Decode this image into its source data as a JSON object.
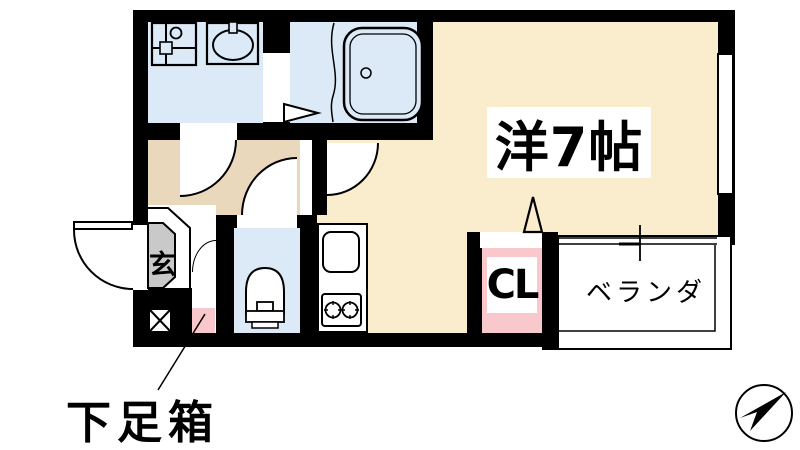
{
  "floorplan": {
    "type": "japanese-apartment-floor-plan",
    "labels": {
      "main_room": "洋7帖",
      "entrance": "玄",
      "closet": "CL",
      "veranda": "ベランダ",
      "shoe_box": "下足箱"
    },
    "colors": {
      "wall": "#000000",
      "main_room_floor": "#faedcd",
      "hallway_floor": "#ead8bd",
      "wet_area_floor": "#dce9f7",
      "closet_floor": "#f9c8cc",
      "shoe_box_fill": "#f9c8cc",
      "entrance_step": "#c9c9c9",
      "veranda_floor": "#ffffff"
    },
    "icons": [
      "washing-machine-icon",
      "wash-basin-icon",
      "bathtub-icon",
      "toilet-icon",
      "kitchen-sink-icon",
      "stove-burners-icon",
      "pipe-space-cross-icon",
      "compass-north-icon",
      "door-swing-arc",
      "folding-door-triangle",
      "window-symbol"
    ]
  }
}
